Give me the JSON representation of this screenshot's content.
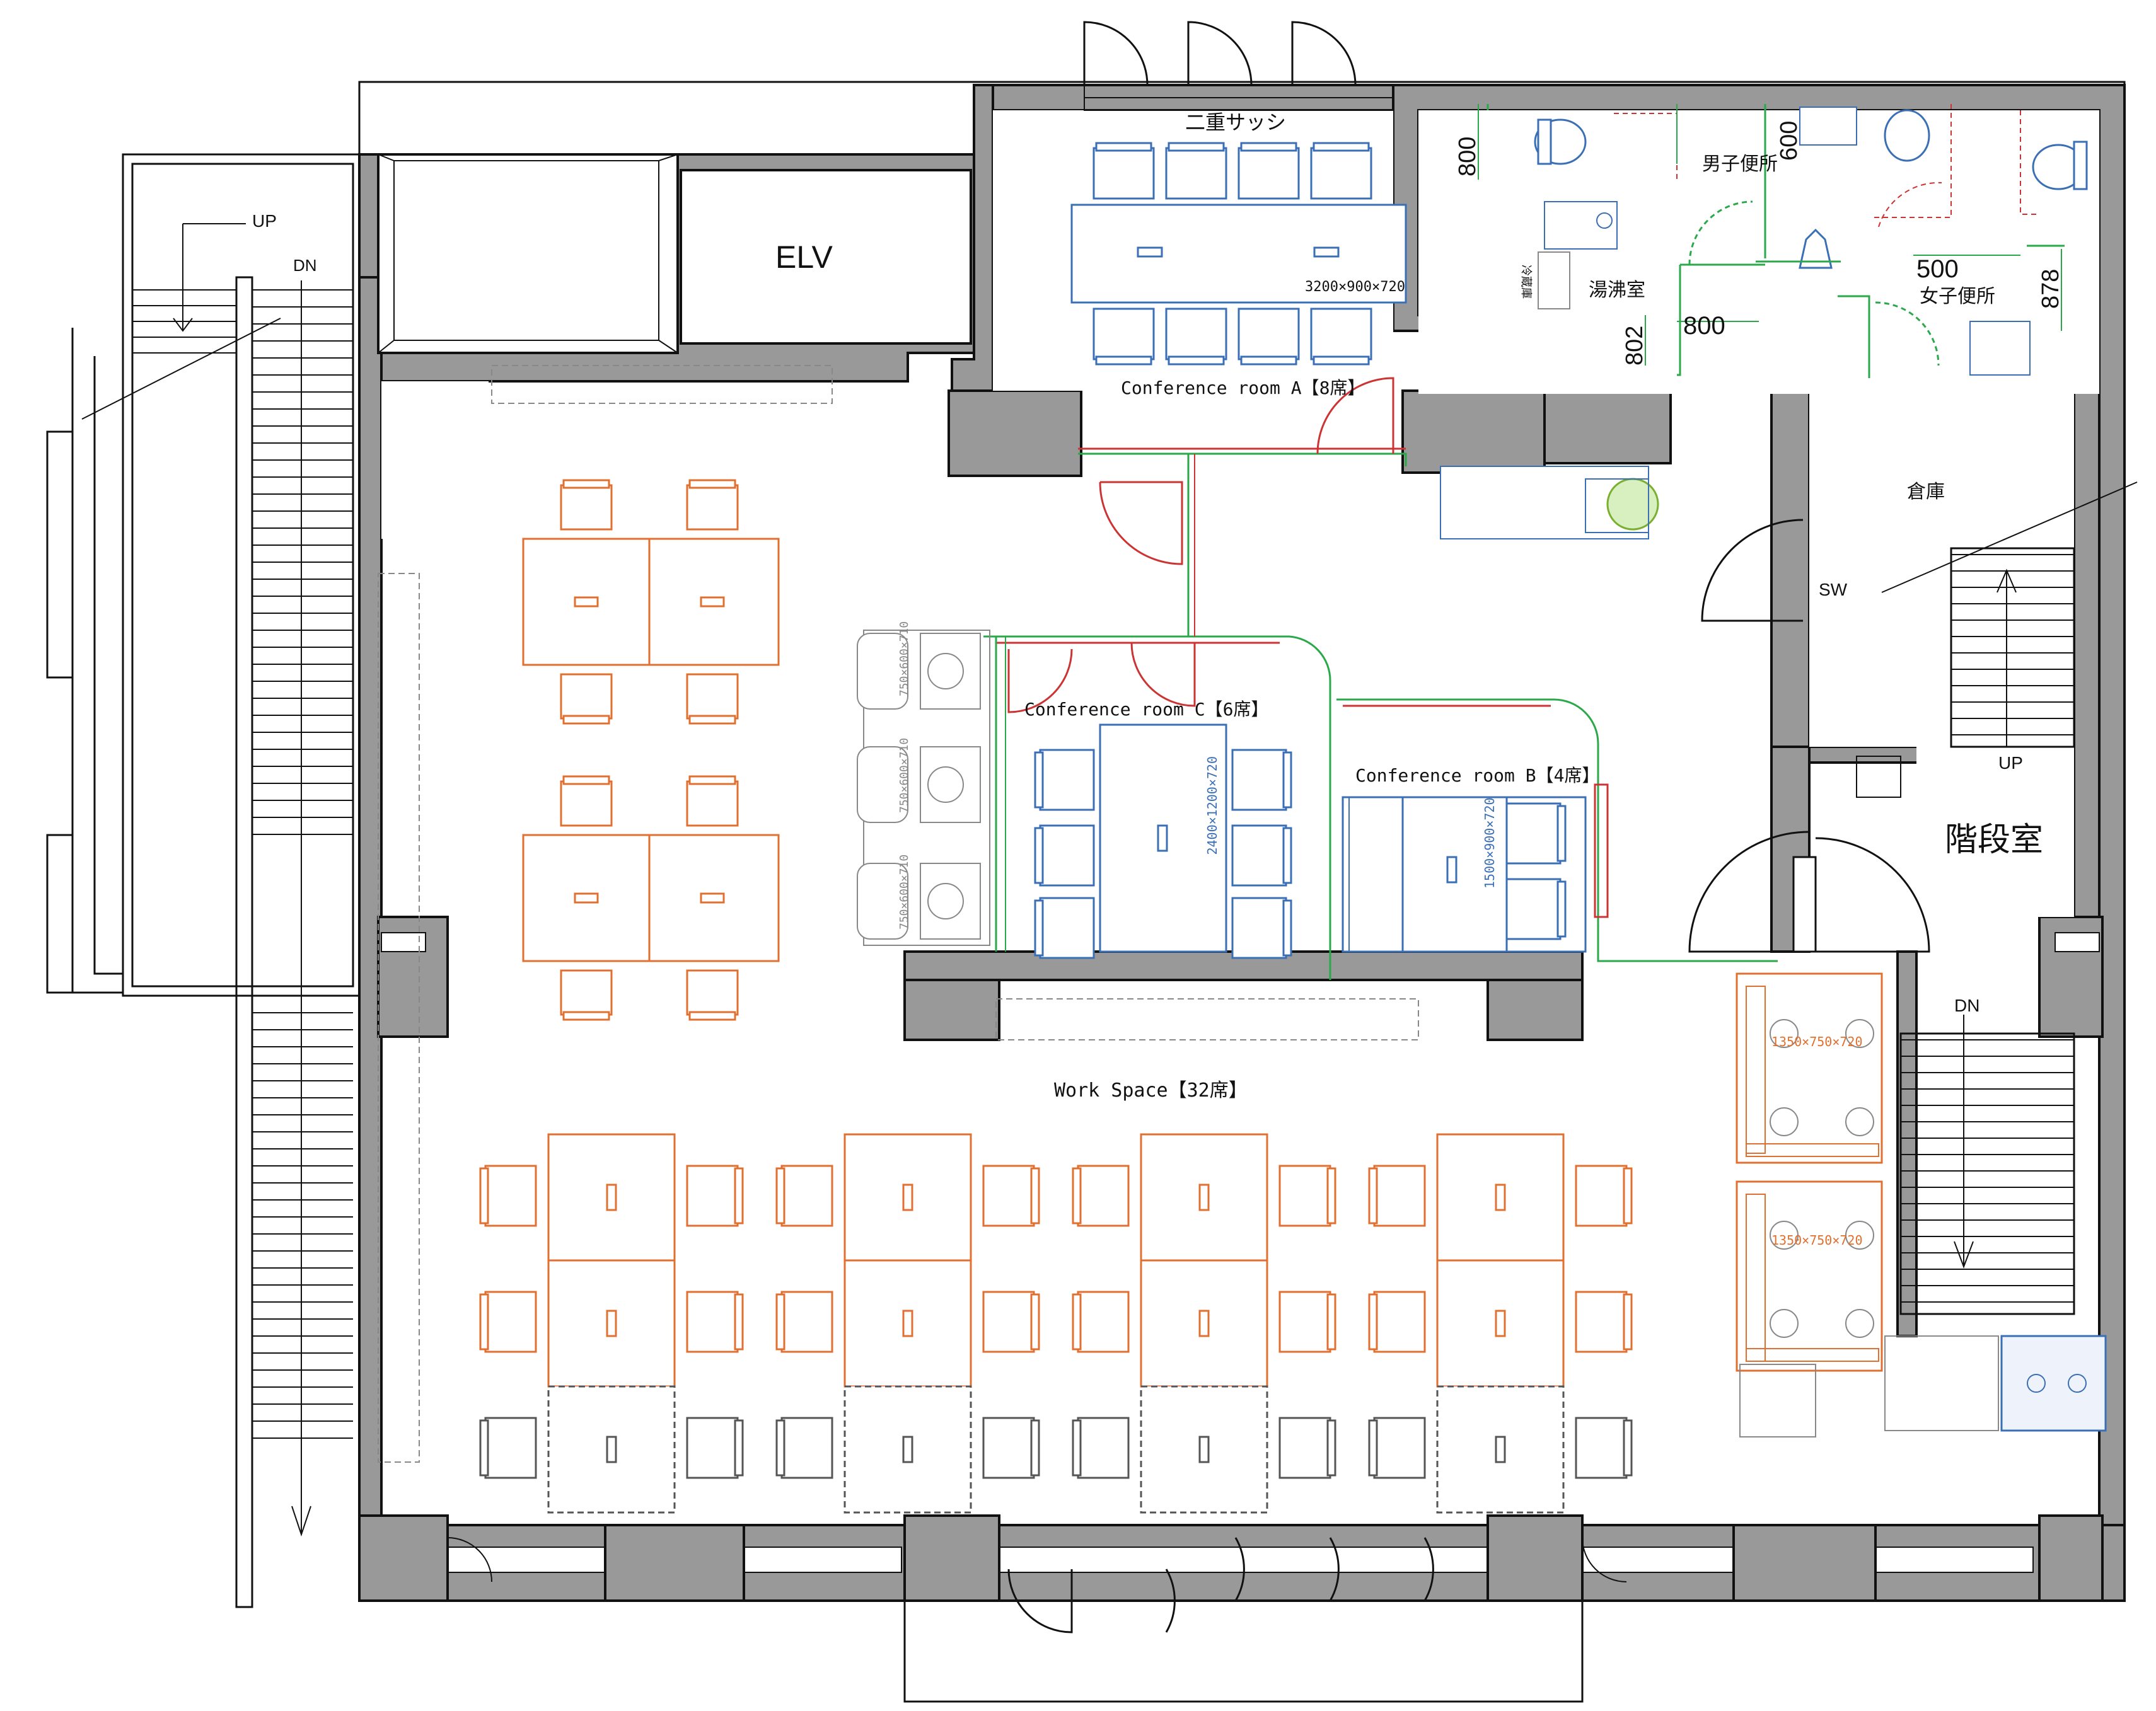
{
  "colors": {
    "wall": "#999999",
    "orange_furniture": "#e07030",
    "blue_furniture": "#3a6fb5",
    "gray_furniture": "#555555",
    "green_dimension": "#2aa84a",
    "red_partition": "#cc3333"
  },
  "labels": {
    "elv": "ELV",
    "double_sash": "二重サッシ",
    "stair_up_left": "UP",
    "stair_dn_left": "DN",
    "conf_a": "Conference room A【8席】",
    "conf_a_table": "3200×900×720",
    "conf_b": "Conference room B【4席】",
    "conf_b_table": "1500×900×720",
    "conf_c": "Conference room C【6席】",
    "conf_c_table": "2400×1200×720",
    "booth_1": "750×600×710",
    "booth_2": "750×600×710",
    "booth_3": "750×600×710",
    "workspace": "Work Space【32席】",
    "mens_restroom": "男子便所",
    "womens_restroom": "女子便所",
    "kitchenette": "湯沸室",
    "fridge": "冷蔵庫",
    "storage": "倉庫",
    "switch": "SW",
    "staircase": "階段室",
    "stair_up_right": "UP",
    "stair_dn_right": "DN",
    "sofa_1": "1350×750×720",
    "sofa_2": "1350×750×720"
  },
  "dimensions": {
    "d800_top": "800",
    "d600": "600",
    "d500": "500",
    "d878": "878",
    "d800_mid": "800",
    "d802": "802"
  }
}
